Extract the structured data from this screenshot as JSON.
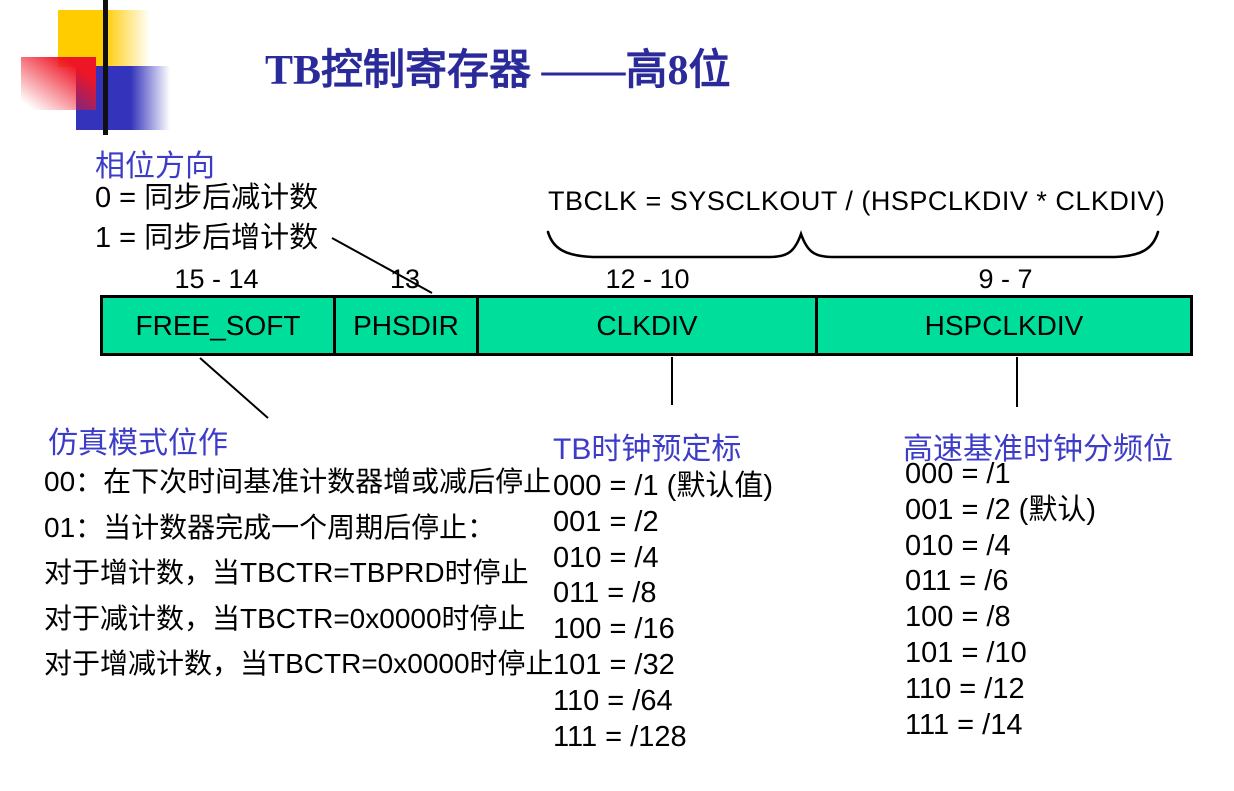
{
  "title": "TB控制寄存器 ——高8位",
  "colors": {
    "title_blue": "#2a2a9b",
    "heading_blue": "#3c3cc8",
    "field_green": "#00de9c",
    "deco_yellow": "#ffcc00",
    "deco_red": "#ee1525",
    "deco_blue": "#3333bb",
    "text": "#000000"
  },
  "phase_direction": {
    "heading": "相位方向",
    "lines": [
      "0 = 同步后减计数",
      "1 = 同步后增计数"
    ]
  },
  "formula": "TBCLK = SYSCLKOUT / (HSPCLKDIV * CLKDIV)",
  "register": {
    "fields": [
      {
        "bits": "15 - 14",
        "name": "FREE_SOFT"
      },
      {
        "bits": "13",
        "name": "PHSDIR"
      },
      {
        "bits": "12 - 10",
        "name": "CLKDIV"
      },
      {
        "bits": "9 - 7",
        "name": "HSPCLKDIV"
      }
    ]
  },
  "emulation_mode": {
    "heading": "仿真模式位作",
    "lines": [
      "00：在下次时间基准计数器增或减后停止",
      "01：当计数器完成一个周期后停止：",
      "对于增计数，当TBCTR=TBPRD时停止",
      "对于减计数，当TBCTR=0x0000时停止",
      "对于增减计数，当TBCTR=0x0000时停止"
    ]
  },
  "tb_clock_prescale": {
    "heading": "TB时钟预定标",
    "lines": [
      "000 = /1  (默认值)",
      "001 = /2",
      "010 = /4",
      "011 = /8",
      "100 = /16",
      "101 = /32",
      "110 = /64",
      "111 = /128"
    ]
  },
  "hsp_clock_divider": {
    "heading": "高速基准时钟分频位",
    "lines": [
      "000 = /1",
      "001 = /2    (默认)",
      "010 = /4",
      "011 = /6",
      "100 = /8",
      "101 = /10",
      "110 = /12",
      "111 = /14"
    ]
  }
}
